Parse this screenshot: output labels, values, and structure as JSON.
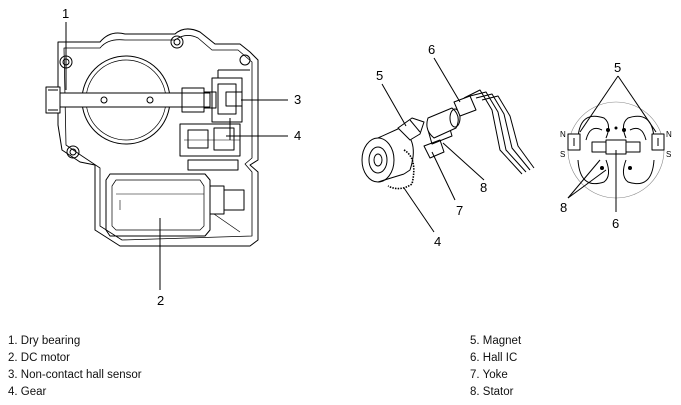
{
  "callouts": {
    "left": {
      "c1": "1",
      "c2": "2",
      "c3": "3",
      "c4": "4"
    },
    "middle": {
      "c4": "4",
      "c5": "5",
      "c6": "6",
      "c7": "7",
      "c8": "8"
    },
    "right": {
      "c5": "5",
      "c6": "6",
      "c8": "8",
      "n1": "N",
      "s1": "S",
      "n2": "N",
      "s2": "S"
    }
  },
  "legend": {
    "left": [
      "1. Dry bearing",
      "2. DC motor",
      "3. Non-contact hall sensor",
      "4. Gear"
    ],
    "right": [
      "5. Magnet",
      "6. Hall IC",
      "7. Yoke",
      "8. Stator"
    ]
  }
}
